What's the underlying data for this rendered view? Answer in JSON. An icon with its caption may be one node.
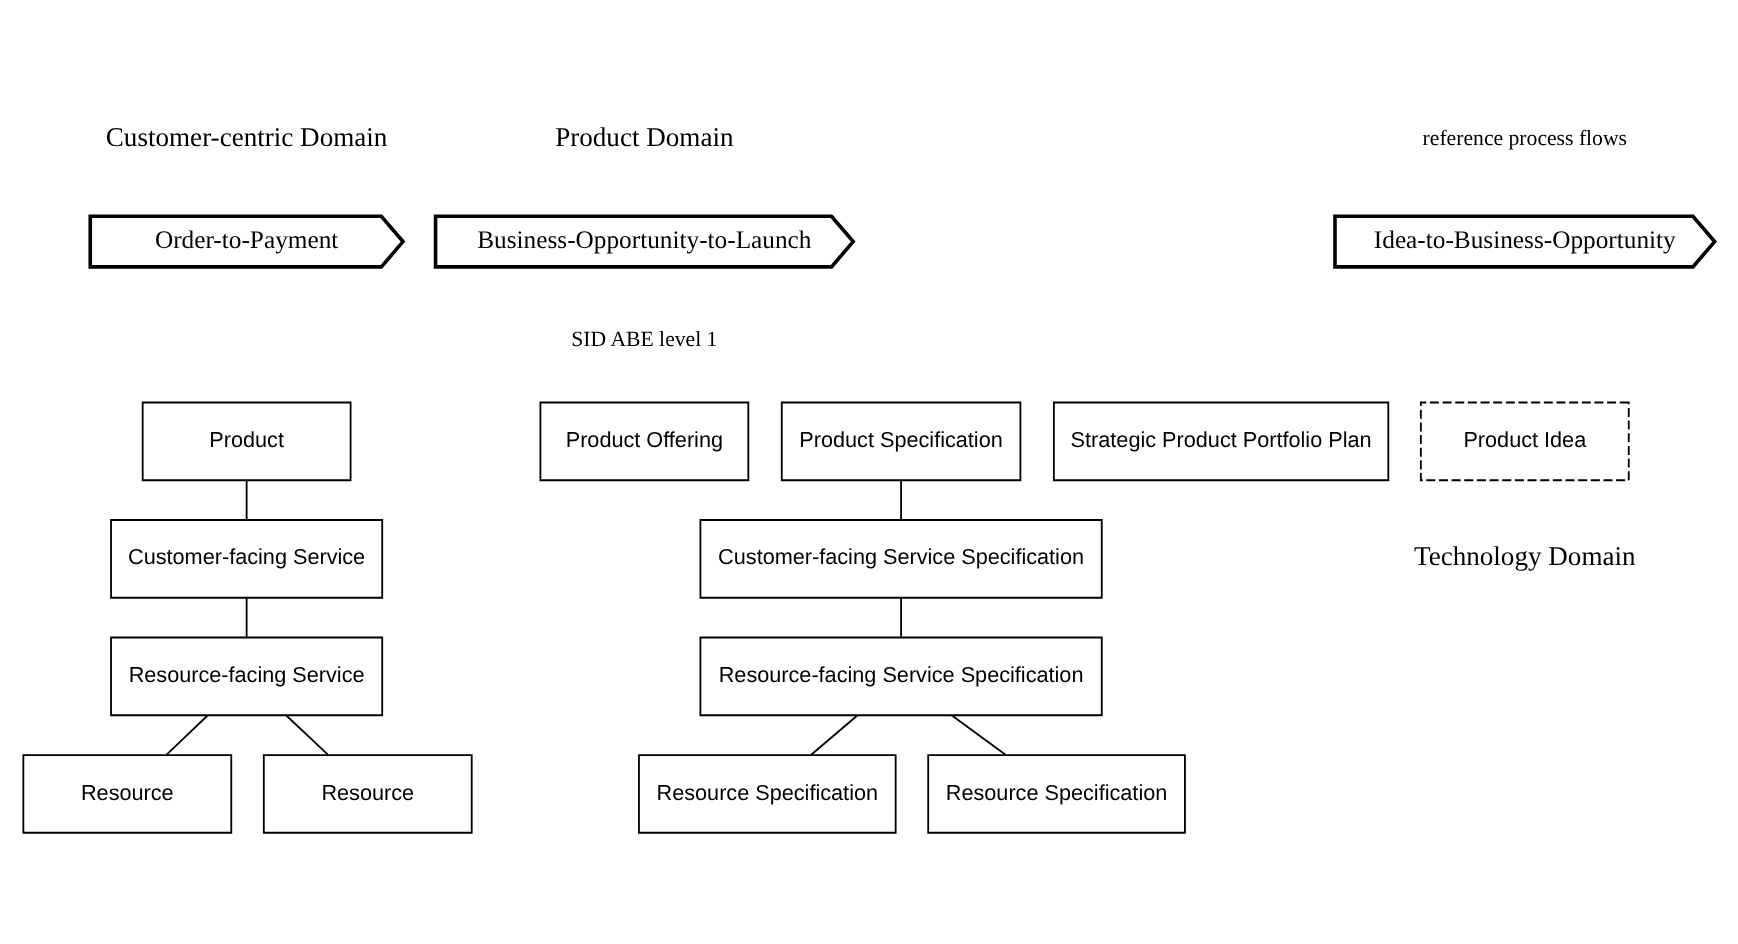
{
  "diagram": {
    "nodes": [
      {
        "text": [
          "Idea-to-Business-Opportunity"
        ]
      },
      {
        "text": [
          "Business-Opportunity-to-Launch"
        ]
      },
      {
        "text": [
          "Order-to-Payment"
        ]
      },
      {
        "text": [
          "Product Idea"
        ]
      },
      {
        "text": [
          "Strategic Product Portfolio Plan"
        ]
      },
      {
        "text": [
          "Product Specification"
        ]
      },
      {
        "text": [
          "Product Offering"
        ]
      },
      {
        "text": [
          "Product"
        ]
      },
      {
        "text": [
          "Customer-facing Service Specification"
        ]
      },
      {
        "text": [
          "Customer-facing Service"
        ]
      },
      {
        "text": [
          "Resource-facing Service Specification"
        ]
      },
      {
        "text": [
          "Resource-facing Service"
        ]
      },
      {
        "text": [
          "Resource Specification"
        ]
      },
      {
        "text": [
          "Resource Specification"
        ]
      },
      {
        "text": [
          "Resource"
        ]
      },
      {
        "text": [
          "Resource"
        ]
      }
    ],
    "edges": [
      {
        "from": 5,
        "to": 8,
        "arrow": "none"
      },
      {
        "from": 8,
        "to": 10,
        "arrow": "none"
      },
      {
        "from": 10,
        "to": 12,
        "arrow": "none"
      },
      {
        "from": 10,
        "to": 13,
        "arrow": "none"
      },
      {
        "from": 7,
        "to": 9,
        "arrow": "none"
      },
      {
        "from": 9,
        "to": 11,
        "arrow": "none"
      },
      {
        "from": 11,
        "to": 14,
        "arrow": "none"
      },
      {
        "from": 11,
        "to": 15,
        "arrow": "none"
      }
    ],
    "labels": [
      "Product Domain",
      "Customer-centric Domain",
      "reference process flows",
      "SID ABE level 1",
      "Technology Domain"
    ]
  }
}
